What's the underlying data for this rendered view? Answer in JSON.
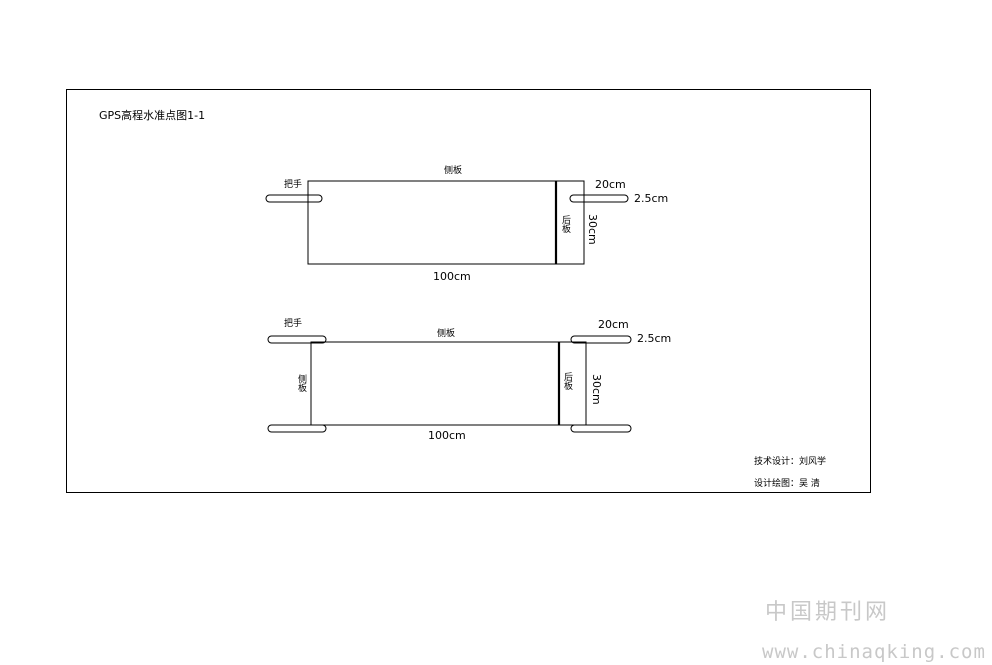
{
  "drawing": {
    "title": "GPS高程水准点图1-1",
    "credits": {
      "tech_design": "技术设计：刘风学",
      "drafting": "设计绘图：吴  清"
    }
  },
  "top_view": {
    "handle_label": "把手",
    "side_label": "侧板",
    "rear_label": "后板",
    "length_label": "100cm",
    "handle_length_label": "20cm",
    "handle_diameter_label": "2.5cm",
    "height_label": "30cm"
  },
  "bottom_view": {
    "handle_label": "把手",
    "side_label": "侧板",
    "left_side_label": "侧板",
    "rear_label": "后板",
    "length_label": "100cm",
    "handle_length_label": "20cm",
    "handle_diameter_label": "2.5cm",
    "height_label": "30cm"
  },
  "watermark": {
    "cn": "中国期刊网",
    "url": "www.chinaqking.com"
  }
}
